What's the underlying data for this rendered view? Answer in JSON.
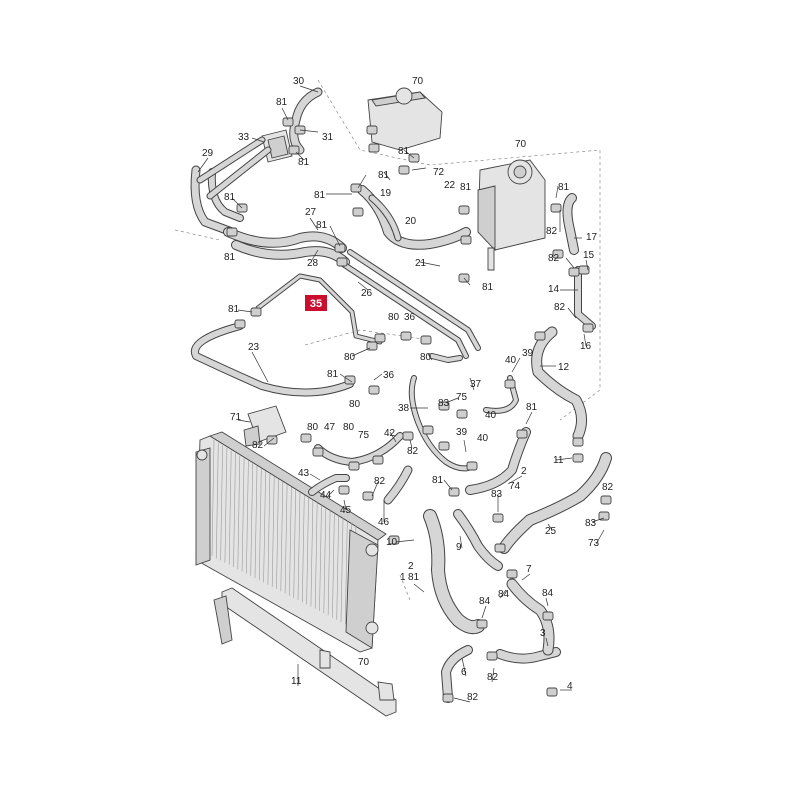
{
  "highlighted_part": "35",
  "labels": [
    {
      "id": "l30a",
      "text": "30"
    },
    {
      "id": "l70a",
      "text": "70"
    },
    {
      "id": "l81a",
      "text": "81"
    },
    {
      "id": "l31",
      "text": "31"
    },
    {
      "id": "l33",
      "text": "33"
    },
    {
      "id": "l81b",
      "text": "81"
    },
    {
      "id": "l70b",
      "text": "70"
    },
    {
      "id": "l29",
      "text": "29"
    },
    {
      "id": "l81c",
      "text": "81"
    },
    {
      "id": "l81d",
      "text": "81"
    },
    {
      "id": "l72",
      "text": "72"
    },
    {
      "id": "l81e",
      "text": "81"
    },
    {
      "id": "l81f",
      "text": "81"
    },
    {
      "id": "l22",
      "text": "22"
    },
    {
      "id": "l81g",
      "text": "81"
    },
    {
      "id": "l81h",
      "text": "81"
    },
    {
      "id": "l19",
      "text": "19"
    },
    {
      "id": "l27",
      "text": "27"
    },
    {
      "id": "l20",
      "text": "20"
    },
    {
      "id": "l81i",
      "text": "81"
    },
    {
      "id": "l82a",
      "text": "82"
    },
    {
      "id": "l17",
      "text": "17"
    },
    {
      "id": "l81j",
      "text": "81"
    },
    {
      "id": "l28",
      "text": "28"
    },
    {
      "id": "l21",
      "text": "21"
    },
    {
      "id": "l81k",
      "text": "81"
    },
    {
      "id": "l82b",
      "text": "82"
    },
    {
      "id": "l15",
      "text": "15"
    },
    {
      "id": "l26",
      "text": "26"
    },
    {
      "id": "l14",
      "text": "14"
    },
    {
      "id": "l81l",
      "text": "81"
    },
    {
      "id": "l82c",
      "text": "82"
    },
    {
      "id": "l80a",
      "text": "80"
    },
    {
      "id": "l36a",
      "text": "36"
    },
    {
      "id": "l16",
      "text": "16"
    },
    {
      "id": "l23",
      "text": "23"
    },
    {
      "id": "l39a",
      "text": "39"
    },
    {
      "id": "l80b",
      "text": "80"
    },
    {
      "id": "l80c",
      "text": "80"
    },
    {
      "id": "l40a",
      "text": "40"
    },
    {
      "id": "l12",
      "text": "12"
    },
    {
      "id": "l81m",
      "text": "81"
    },
    {
      "id": "l36b",
      "text": "36"
    },
    {
      "id": "l37",
      "text": "37"
    },
    {
      "id": "l80d",
      "text": "80"
    },
    {
      "id": "l75a",
      "text": "75"
    },
    {
      "id": "l40b",
      "text": "40"
    },
    {
      "id": "l38",
      "text": "38"
    },
    {
      "id": "l83a",
      "text": "83"
    },
    {
      "id": "l81n",
      "text": "81"
    },
    {
      "id": "l71",
      "text": "71"
    },
    {
      "id": "l47",
      "text": "47"
    },
    {
      "id": "l80e",
      "text": "80"
    },
    {
      "id": "l75b",
      "text": "75"
    },
    {
      "id": "l39b",
      "text": "39"
    },
    {
      "id": "l82d",
      "text": "82"
    },
    {
      "id": "l42",
      "text": "42"
    },
    {
      "id": "l40c",
      "text": "40"
    },
    {
      "id": "l80f",
      "text": "80"
    },
    {
      "id": "l82e",
      "text": "82"
    },
    {
      "id": "l11a",
      "text": "11"
    },
    {
      "id": "l2a",
      "text": "2"
    },
    {
      "id": "l43",
      "text": "43"
    },
    {
      "id": "l82f",
      "text": "82"
    },
    {
      "id": "l81o",
      "text": "81"
    },
    {
      "id": "l74",
      "text": "74"
    },
    {
      "id": "l44",
      "text": "44"
    },
    {
      "id": "l83b",
      "text": "83"
    },
    {
      "id": "l45",
      "text": "45"
    },
    {
      "id": "l82g",
      "text": "82"
    },
    {
      "id": "l46",
      "text": "46"
    },
    {
      "id": "l25",
      "text": "25"
    },
    {
      "id": "l83c",
      "text": "83"
    },
    {
      "id": "l10",
      "text": "10"
    },
    {
      "id": "l9",
      "text": "9"
    },
    {
      "id": "l73",
      "text": "73"
    },
    {
      "id": "l2b",
      "text": "2"
    },
    {
      "id": "l1",
      "text": "1"
    },
    {
      "id": "l81p",
      "text": "81"
    },
    {
      "id": "l7",
      "text": "7"
    },
    {
      "id": "l84a",
      "text": "84"
    },
    {
      "id": "l84b",
      "text": "84"
    },
    {
      "id": "l84c",
      "text": "84"
    },
    {
      "id": "l3",
      "text": "3"
    },
    {
      "id": "l70c",
      "text": "70"
    },
    {
      "id": "l6",
      "text": "6"
    },
    {
      "id": "l82h",
      "text": "82"
    },
    {
      "id": "l11b",
      "text": "11"
    },
    {
      "id": "l4",
      "text": "4"
    },
    {
      "id": "l82i",
      "text": "82"
    }
  ]
}
